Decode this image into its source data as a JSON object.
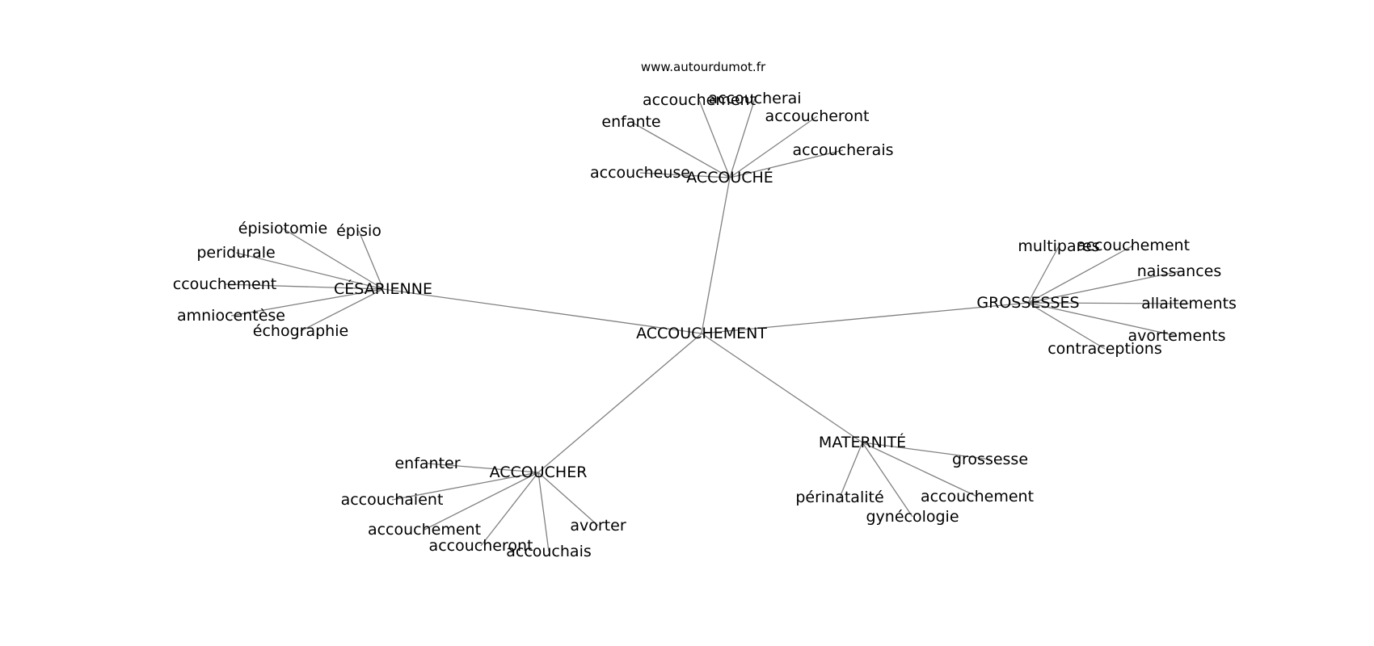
{
  "watermark": "www.autourdumot.fr",
  "colors": {
    "edge": "#808080",
    "text": "#000000",
    "background": "#ffffff"
  },
  "graph": {
    "center": "ACCOUCHEMENT",
    "clusters": [
      {
        "hub": "ACCOUCHÉ",
        "leaves": [
          "accoucheuse",
          "enfante",
          "accouchement",
          "accoucherai",
          "accoucheront",
          "accoucherais"
        ]
      },
      {
        "hub": "CÉSARIENNE",
        "leaves": [
          "épisiotomie",
          "épisio",
          "peridurale",
          "ccouchement",
          "amniocentèse",
          "échographie"
        ]
      },
      {
        "hub": "GROSSESSES",
        "leaves": [
          "multipares",
          "accouchement",
          "naissances",
          "allaitements",
          "avortements",
          "contraceptions"
        ]
      },
      {
        "hub": "ACCOUCHER",
        "leaves": [
          "enfanter",
          "accouchaient",
          "accouchement",
          "accoucheront",
          "accouchais",
          "avorter"
        ]
      },
      {
        "hub": "MATERNITÉ",
        "leaves": [
          "grossesse",
          "accouchement",
          "gynécologie",
          "périnatalité"
        ]
      }
    ]
  }
}
